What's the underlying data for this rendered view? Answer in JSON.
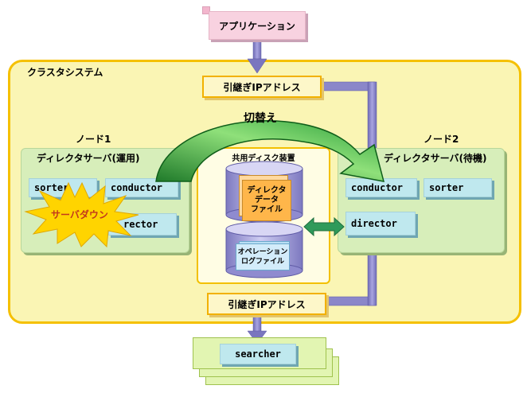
{
  "application": "アプリケーション",
  "cluster": {
    "title": "クラスタシステム",
    "takeover_ip_top": "引継ぎIPアドレス",
    "takeover_ip_bottom": "引継ぎIPアドレス",
    "switch_label": "切替え"
  },
  "node1": {
    "title": "ノード1",
    "director_server": "ディレクタサーバ(運用)",
    "modules": {
      "sorter": "sorter",
      "conductor": "conductor",
      "director": "rector"
    },
    "server_down": "サーバダウン"
  },
  "node2": {
    "title": "ノード2",
    "director_server": "ディレクタサーバ(待機)",
    "modules": {
      "conductor": "conductor",
      "sorter": "sorter",
      "director": "director"
    }
  },
  "shared_disk": {
    "title": "共用ディスク装置",
    "director_data_file": [
      "ディレクタ",
      "データ",
      "ファイル"
    ],
    "operation_log_file": [
      "オペレーション",
      "ログファイル"
    ]
  },
  "searcher": "searcher",
  "colors": {
    "arrow_purple": "#8a86c8",
    "switch_arrow_green": "#2e8b2e",
    "cluster_border": "#f5c000",
    "starburst": "#ffd400"
  }
}
